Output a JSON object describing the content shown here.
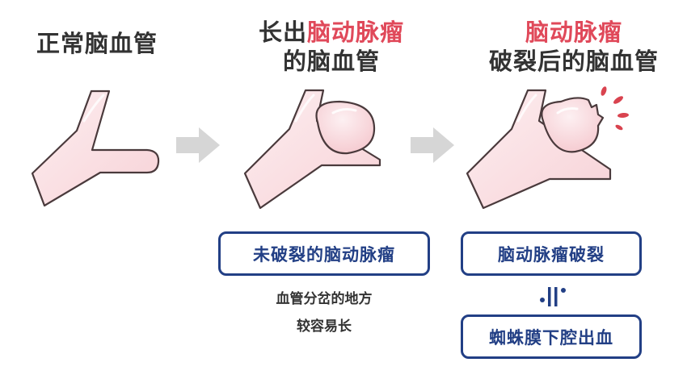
{
  "panels": [
    {
      "title_plain": "正常脑血管"
    },
    {
      "title_line1_plain": "长出",
      "title_line1_highlight": "脑动脉瘤",
      "title_line2": "的脑血管"
    },
    {
      "title_line1_highlight": "脑动脉瘤",
      "title_line2": "破裂后的脑血管"
    }
  ],
  "boxes": {
    "unruptured": "未破裂的脑动脉瘤",
    "ruptured": "脑动脉瘤破裂",
    "result": "蜘蛛膜下腔出血"
  },
  "note": {
    "line1": "血管分岔的地方",
    "line2": "较容易长"
  },
  "colors": {
    "highlight_red": "#e0495a",
    "box_blue": "#223f85",
    "vessel_fill": "#fbe3e6",
    "vessel_stroke": "#4a3a3c",
    "arrow_gray": "#d6d6d6",
    "splash_red": "#d9434f"
  }
}
